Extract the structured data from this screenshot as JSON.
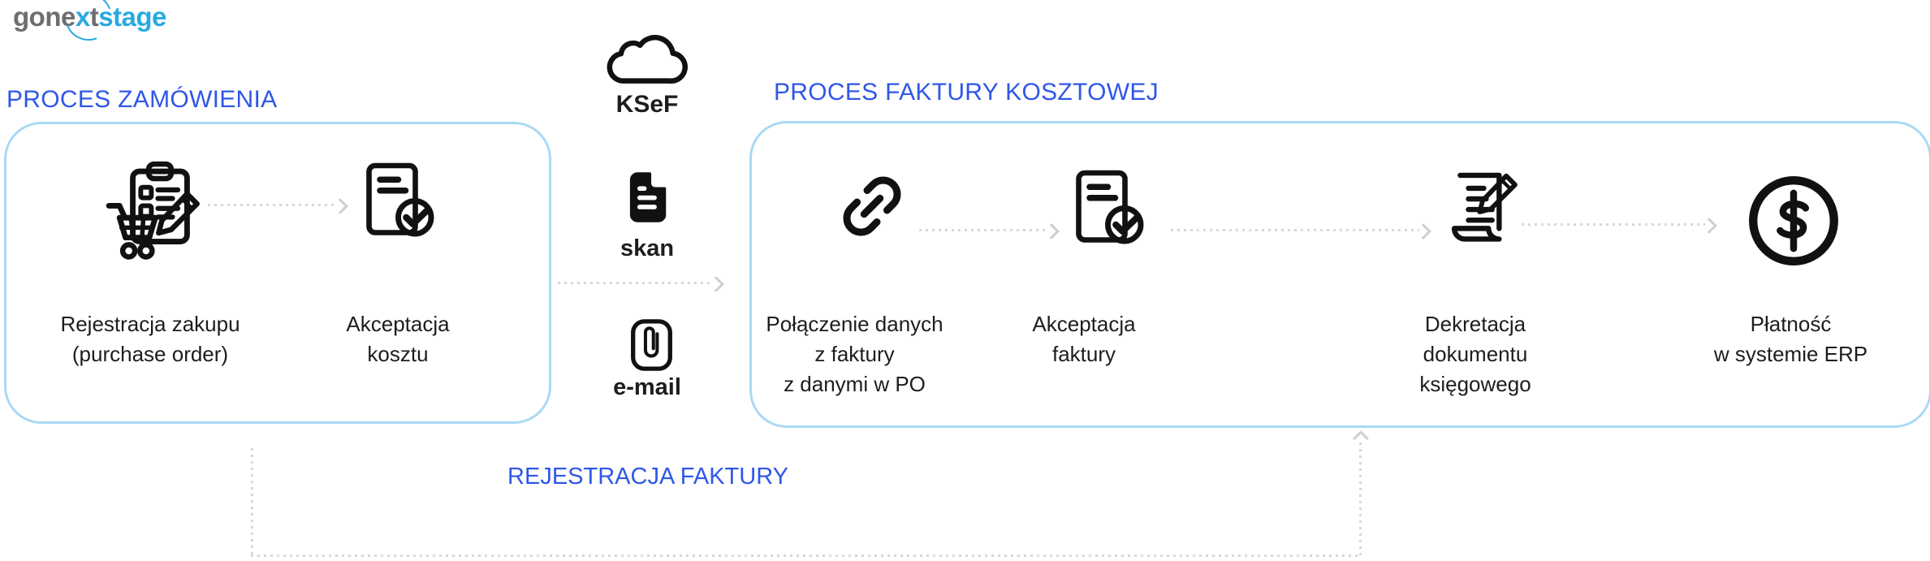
{
  "colors": {
    "accent_blue": "#2f57e8",
    "box_border_blue": "#a9d9f5",
    "logo_gray": "#6d6e71",
    "logo_blue": "#29a9e1",
    "arrow_gray": "#d8d8d8",
    "icon_black": "#111111",
    "text_black": "#1d1d1f"
  },
  "logo": {
    "seg1": "gone",
    "seg2": "x",
    "seg3": "t",
    "seg4": "stage"
  },
  "order_process": {
    "title": "PROCES ZAMÓWIENIA",
    "steps": [
      {
        "icon": "purchase-order-cart-icon",
        "lines": [
          "Rejestracja zakupu",
          "(purchase order)"
        ]
      },
      {
        "icon": "document-approved-icon",
        "lines": [
          "Akceptacja",
          "kosztu"
        ]
      }
    ]
  },
  "input_channels": {
    "ksef": {
      "icon": "cloud-icon",
      "label": "KSeF"
    },
    "skan": {
      "icon": "scan-document-icon",
      "label": "skan"
    },
    "email": {
      "icon": "paperclip-icon",
      "label": "e-mail"
    }
  },
  "invoice_process": {
    "title": "PROCES FAKTURY KOSZTOWEJ",
    "steps": [
      {
        "icon": "link-icon",
        "lines": [
          "Połączenie danych",
          "z faktury",
          "z danymi w PO"
        ]
      },
      {
        "icon": "document-approved-icon",
        "lines": [
          "Akceptacja",
          "faktury"
        ]
      },
      {
        "icon": "document-decree-icon",
        "lines": [
          "Dekretacja",
          "dokumentu",
          "księgowego"
        ]
      },
      {
        "icon": "dollar-circle-icon",
        "lines": [
          "Płatność",
          "w systemie ERP"
        ]
      }
    ]
  },
  "invoice_registration_label": "REJESTRACJA FAKTURY"
}
